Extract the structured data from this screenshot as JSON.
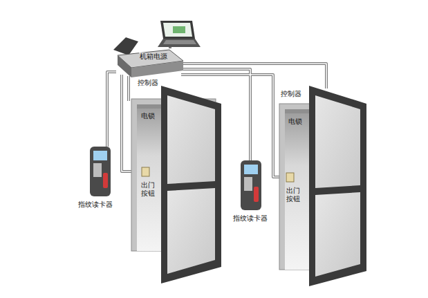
{
  "diagram": {
    "labels": [
      "机箱电源",
      "控制器",
      "控制器",
      "电锁",
      "电锁",
      "出门 按钮",
      "出门 按钮",
      "指纹读卡器",
      "指纹读卡器"
    ]
  }
}
